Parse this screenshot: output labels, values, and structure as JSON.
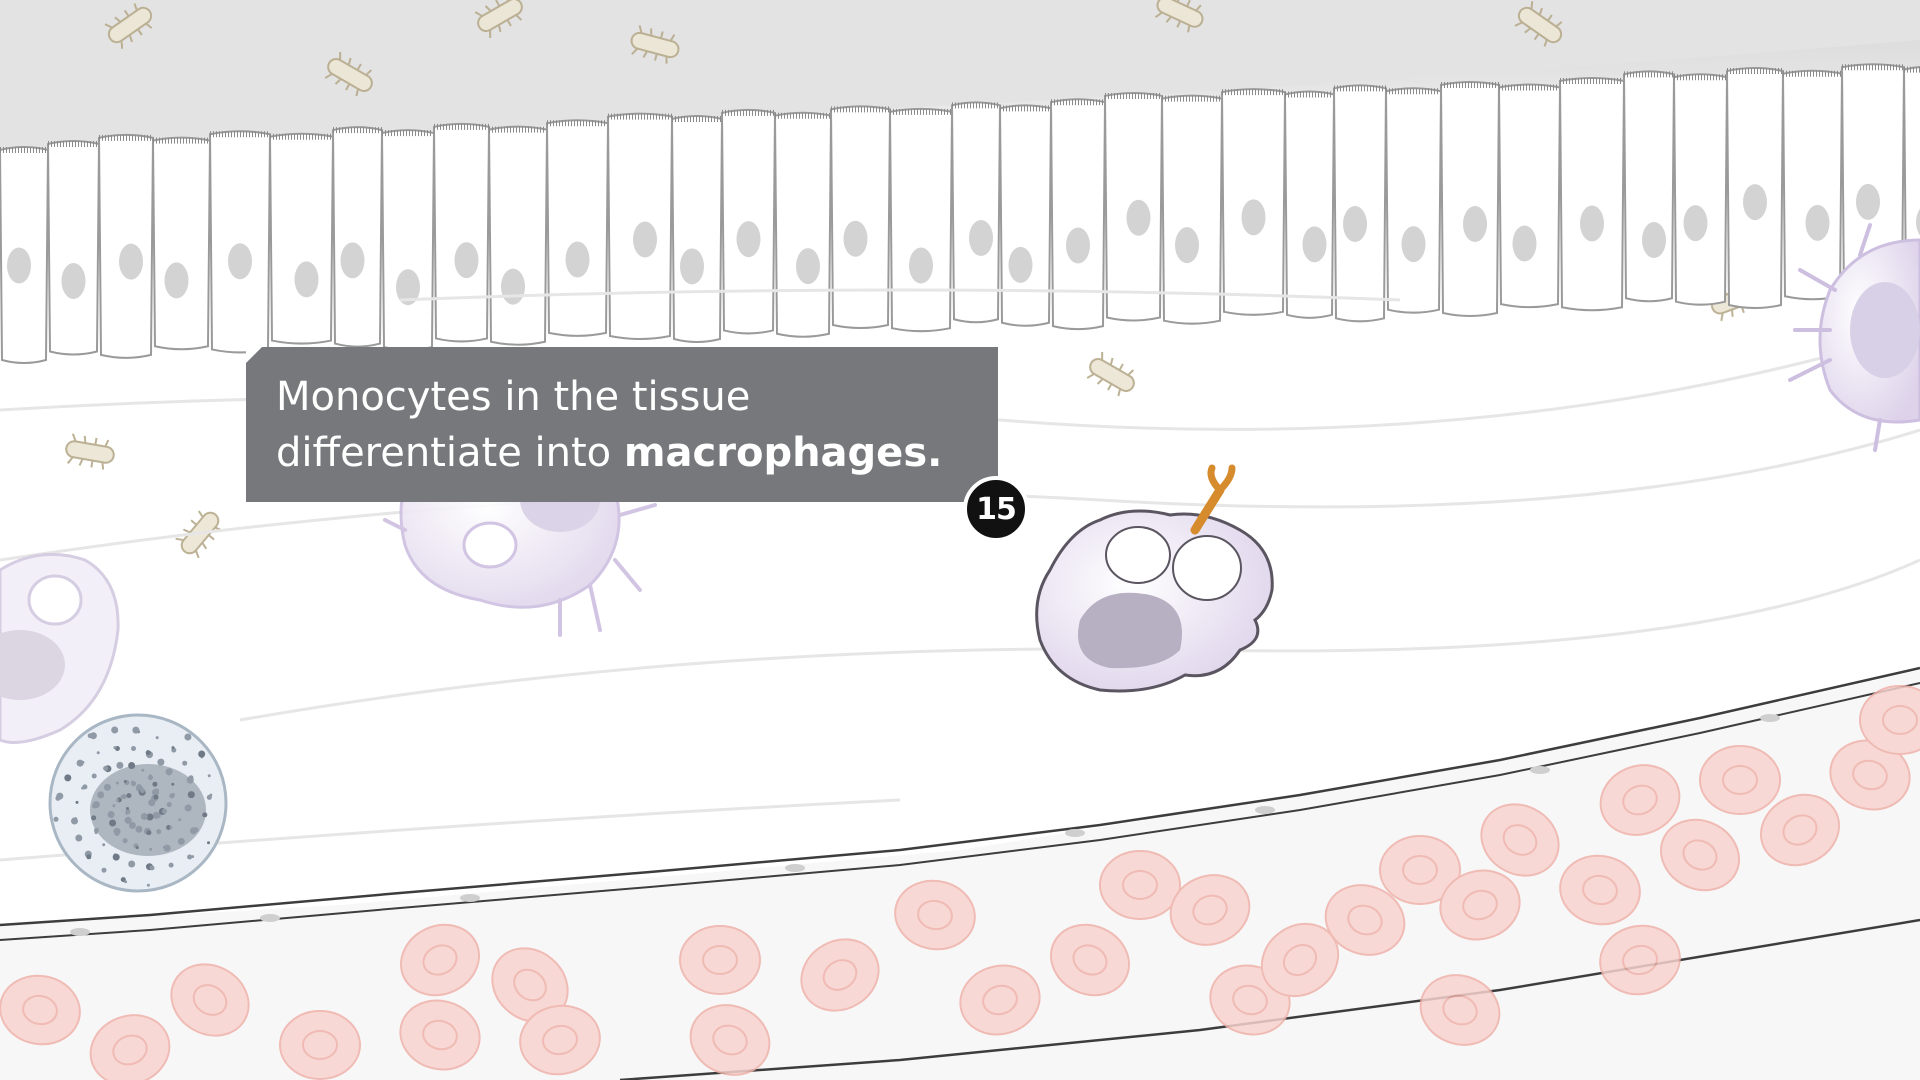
{
  "caption": {
    "line1": "Monocytes in the tissue",
    "line2_prefix": "differentiate into ",
    "line2_bold": "macrophages."
  },
  "step_number": "15",
  "colors": {
    "caption_bg": "#77787b",
    "step_badge": "#111111",
    "epithelium_outline": "#9a9a9a",
    "nucleus": "#d3d3d3",
    "macrophage_fill": "#e9e2f0",
    "macrophage_outline": "#5a5560",
    "red_blood_cell": "#f6c9c3",
    "bacteria": "#ece6d6",
    "pseudopod_orange": "#e8a040",
    "granulocyte": "#9fb5c8"
  }
}
